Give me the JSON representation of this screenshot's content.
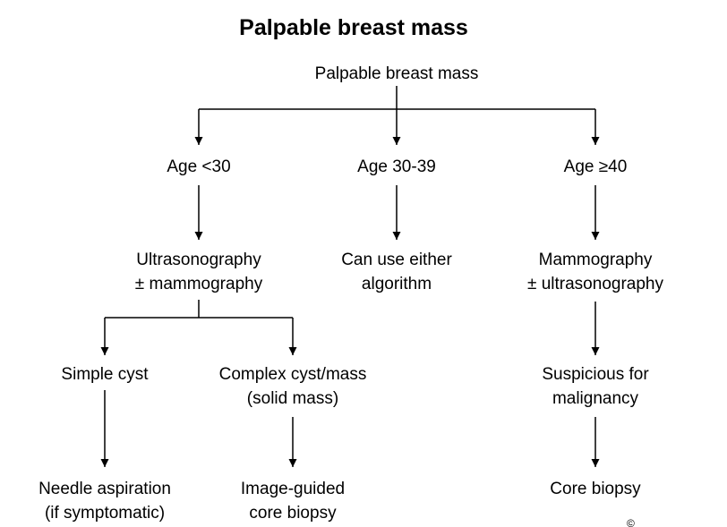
{
  "title": "Palpable breast mass",
  "nodes": {
    "root": [
      "Palpable breast mass"
    ],
    "age_under_30": [
      "Age <30"
    ],
    "age_30_39": [
      "Age 30-39"
    ],
    "age_40_plus": [
      "Age ≥40"
    ],
    "ultrasonography": [
      "Ultrasonography",
      "± mammography"
    ],
    "either_algorithm": [
      "Can use either",
      "algorithm"
    ],
    "mammography": [
      "Mammography",
      "± ultrasonography"
    ],
    "simple_cyst": [
      "Simple cyst"
    ],
    "complex_cyst": [
      "Complex cyst/mass",
      "(solid mass)"
    ],
    "suspicious": [
      "Suspicious for",
      "malignancy"
    ],
    "needle_aspiration": [
      "Needle aspiration",
      "(if symptomatic)"
    ],
    "image_guided_biopsy": [
      "Image-guided",
      "core biopsy"
    ],
    "core_biopsy": [
      "Core biopsy"
    ]
  },
  "edges": [
    [
      "root",
      "age_under_30"
    ],
    [
      "root",
      "age_30_39"
    ],
    [
      "root",
      "age_40_plus"
    ],
    [
      "age_under_30",
      "ultrasonography"
    ],
    [
      "age_30_39",
      "either_algorithm"
    ],
    [
      "age_40_plus",
      "mammography"
    ],
    [
      "ultrasonography",
      "simple_cyst"
    ],
    [
      "ultrasonography",
      "complex_cyst"
    ],
    [
      "mammography",
      "suspicious"
    ],
    [
      "simple_cyst",
      "needle_aspiration"
    ],
    [
      "complex_cyst",
      "image_guided_biopsy"
    ],
    [
      "suspicious",
      "core_biopsy"
    ]
  ],
  "copyright_mark": "©"
}
